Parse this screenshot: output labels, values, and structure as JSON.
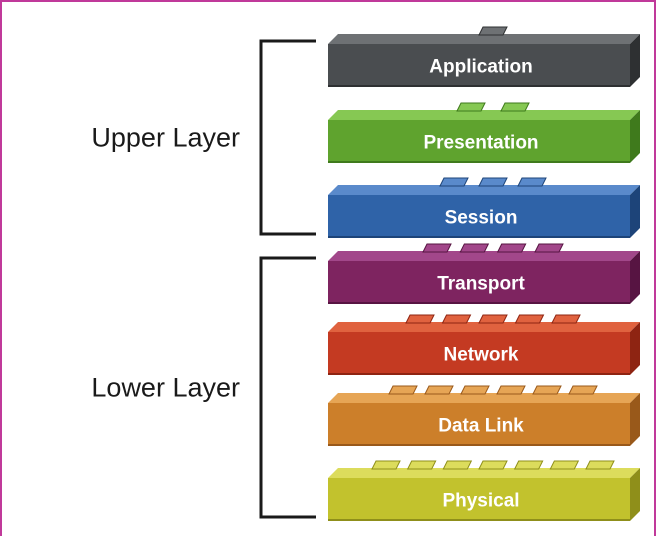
{
  "groups": [
    {
      "label": "Upper Layer",
      "first_layer": 0,
      "last_layer": 2
    },
    {
      "label": "Lower Layer",
      "first_layer": 3,
      "last_layer": 6
    }
  ],
  "layers": [
    {
      "name": "Application",
      "color": "#4a4d50",
      "top_color": "#6e7174",
      "side_color": "#2e3032",
      "connectors": 1
    },
    {
      "name": "Presentation",
      "color": "#5fa32e",
      "top_color": "#86c853",
      "side_color": "#3f7a1c",
      "connectors": 2
    },
    {
      "name": "Session",
      "color": "#2f63a8",
      "top_color": "#5a8acb",
      "side_color": "#1d4479",
      "connectors": 3
    },
    {
      "name": "Transport",
      "color": "#7e2460",
      "top_color": "#a2478a",
      "side_color": "#571442",
      "connectors": 4
    },
    {
      "name": "Network",
      "color": "#c43a22",
      "top_color": "#e0623f",
      "side_color": "#8e2412",
      "connectors": 5
    },
    {
      "name": "Data Link",
      "color": "#cc7f2a",
      "top_color": "#e6a555",
      "side_color": "#99591a",
      "connectors": 6
    },
    {
      "name": "Physical",
      "color": "#c2c22d",
      "top_color": "#dcdc5c",
      "side_color": "#8f8f1a",
      "connectors": 7
    }
  ]
}
